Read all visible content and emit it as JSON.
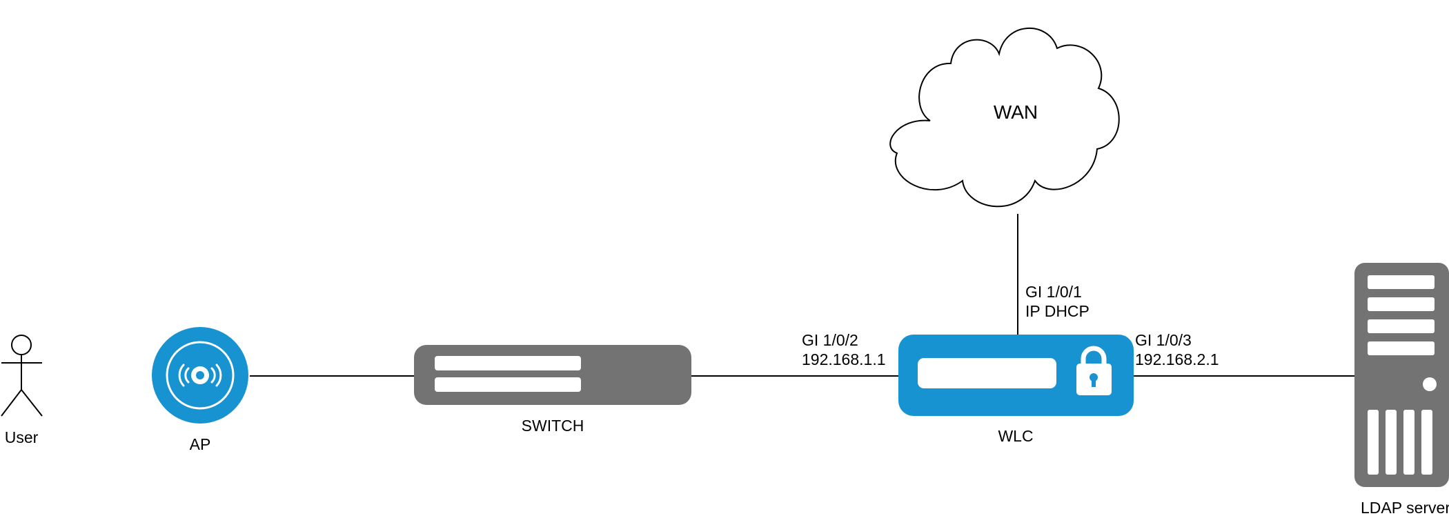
{
  "diagram": {
    "nodes": {
      "user": {
        "label": "User",
        "icon": "person-icon"
      },
      "ap": {
        "label": "AP",
        "icon": "access-point-icon"
      },
      "switch": {
        "label": "SWITCH",
        "icon": "switch-icon"
      },
      "wlc": {
        "label": "WLC",
        "icon": "wireless-controller-icon"
      },
      "wan": {
        "label": "WAN",
        "icon": "cloud-icon"
      },
      "ldap": {
        "label": "LDAP server",
        "icon": "server-icon"
      }
    },
    "interfaces": {
      "gi2": {
        "port": "GI 1/0/2",
        "ip": "192.168.1.1"
      },
      "gi1": {
        "port": "GI 1/0/1",
        "ip": "IP DHCP"
      },
      "gi3": {
        "port": "GI 1/0/3",
        "ip": "192.168.2.1"
      }
    },
    "connections": [
      {
        "from": "ap",
        "to": "switch"
      },
      {
        "from": "switch",
        "to": "wlc"
      },
      {
        "from": "wlc",
        "to": "wan"
      },
      {
        "from": "wlc",
        "to": "ldap"
      }
    ]
  },
  "colors": {
    "device_blue": "#1793d1",
    "device_gray": "#737373",
    "line": "#000000",
    "cloud_fill": "#ffffff"
  }
}
